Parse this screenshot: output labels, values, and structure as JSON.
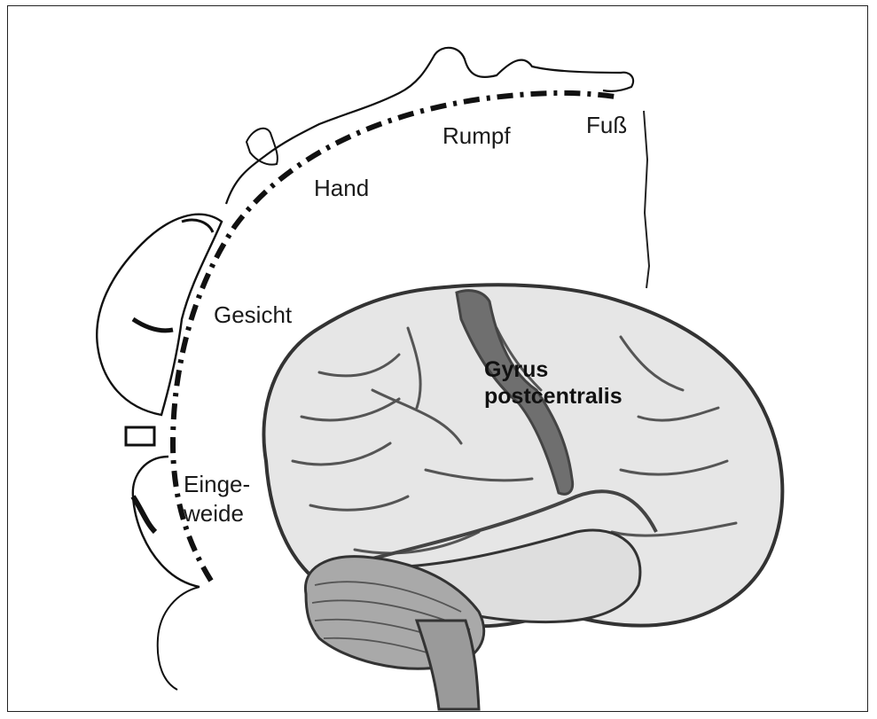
{
  "labels": {
    "fuss": "Fuß",
    "rumpf": "Rumpf",
    "hand": "Hand",
    "gesicht": "Gesicht",
    "eingeweide_line1": "Einge-",
    "eingeweide_line2": "weide",
    "gyrus_line1": "Gyrus",
    "gyrus_line2": "postcentralis"
  },
  "colors": {
    "highlight_gyrus": "#6f6f6f",
    "brain_fill": "#e6e6e6",
    "cerebellum_fill": "#a9a9a9",
    "outline": "#333333"
  }
}
